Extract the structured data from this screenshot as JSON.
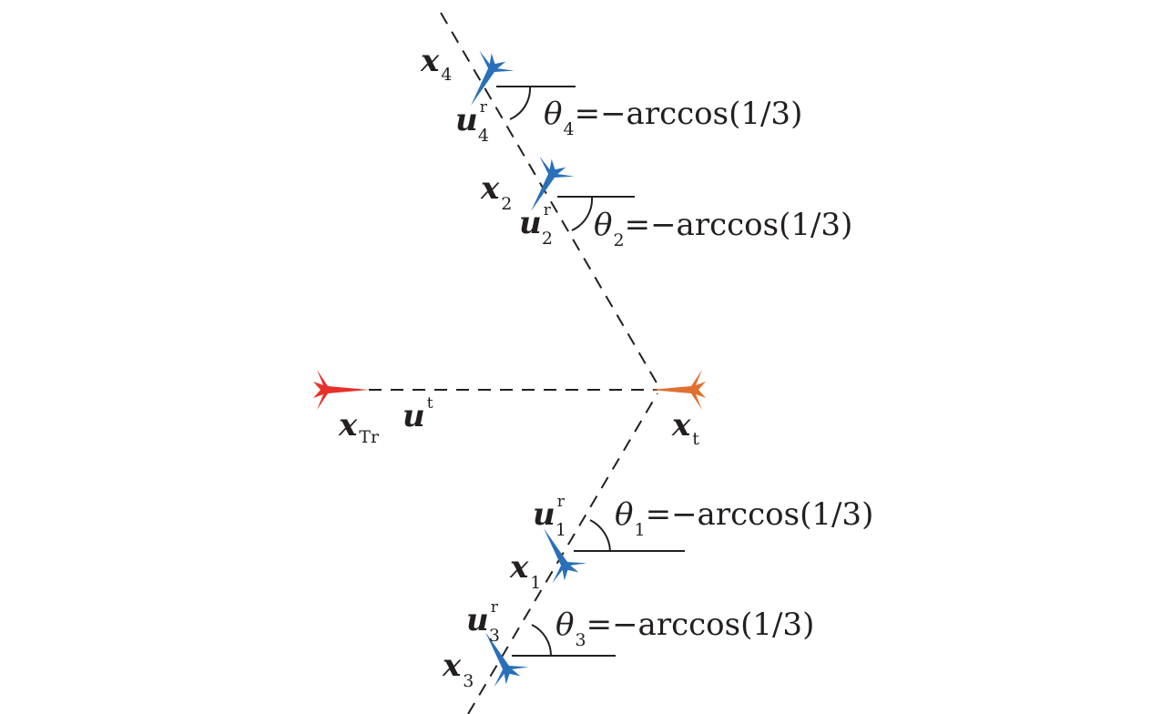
{
  "colors": {
    "receiver": "#2a6fba",
    "transmitter": "#e8302a",
    "target": "#e07030",
    "line": "#231f20"
  },
  "nodes": {
    "transmitter": {
      "var": "x",
      "sub": "Tr",
      "vel_var": "u",
      "vel_sup": "t"
    },
    "target": {
      "var": "x",
      "sub": "t"
    },
    "r1": {
      "var": "x",
      "sub": "1",
      "vel_var": "u",
      "vel_sub": "1",
      "vel_sup": "r",
      "theta": "θ",
      "theta_sub": "1",
      "angle_text": "=−arccos(1/3)"
    },
    "r2": {
      "var": "x",
      "sub": "2",
      "vel_var": "u",
      "vel_sub": "2",
      "vel_sup": "r",
      "theta": "θ",
      "theta_sub": "2",
      "angle_text": "=−arccos(1/3)"
    },
    "r3": {
      "var": "x",
      "sub": "3",
      "vel_var": "u",
      "vel_sub": "3",
      "vel_sup": "r",
      "theta": "θ",
      "theta_sub": "3",
      "angle_text": "=−arccos(1/3)"
    },
    "r4": {
      "var": "x",
      "sub": "4",
      "vel_var": "u",
      "vel_sub": "4",
      "vel_sup": "r",
      "theta": "θ",
      "theta_sub": "4",
      "angle_text": "=−arccos(1/3)"
    }
  }
}
